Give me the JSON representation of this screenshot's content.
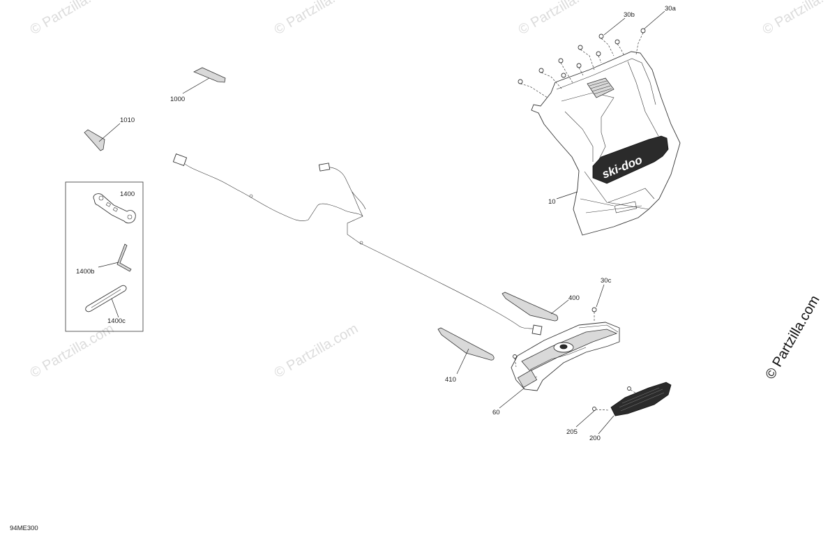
{
  "watermark": {
    "text": "© Partzilla.com",
    "side_text": "© Partzilla.com",
    "color": "#dcdcdc"
  },
  "drawing_number": "94ME300",
  "callouts": {
    "c1000": "1000",
    "c1010": "1010",
    "c1400": "1400",
    "c1400b": "1400b",
    "c1400c": "1400c",
    "c10": "10",
    "c30a": "30a",
    "c30b": "30b",
    "c30c": "30c",
    "c400": "400",
    "c410": "410",
    "c60": "60",
    "c205": "205",
    "c200": "200"
  },
  "logo": {
    "text": "ski-doo"
  }
}
